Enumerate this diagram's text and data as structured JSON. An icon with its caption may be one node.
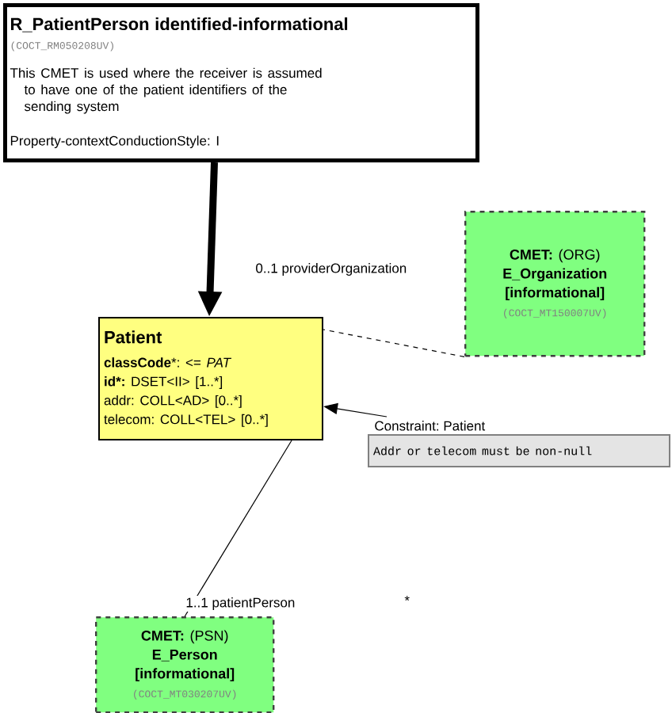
{
  "diagram": {
    "nodes": [
      {
        "text": [
          "R_PatientPerson identified-informational",
          "(COCT_RM050208UV)",
          "This CMET is used where the receiver is assumed to have one of the patient identifiers of the sending system",
          "Property-contextConductionStyle: I"
        ]
      },
      {
        "text": [
          "**CMET:** (ORG)",
          "E_Organization",
          "[informational]",
          "(COCT_MT150007UV)"
        ]
      },
      {
        "text": [
          "Patient",
          "**classCode***: <= *PAT*",
          "**id*:** DSET<II> [1..*]",
          "addr: COLL<AD> [0..*]",
          "telecom: COLL<TEL> [0..*]"
        ]
      },
      {
        "text": [
          "Constraint: Patient",
          "Addr or telecom must be non-null"
        ]
      },
      {
        "text": [
          "**CMET:** (PSN)",
          "E_Person",
          "[informational]",
          "(COCT_MT030207UV)"
        ]
      }
    ],
    "edges": [
      {
        "from": 0,
        "to": 2,
        "arrow": "to",
        "style": "thick"
      },
      {
        "from": 1,
        "to": 2,
        "arrow": "none",
        "style": "dashed",
        "label": "0..1 providerOrganization"
      },
      {
        "from": 3,
        "to": 2,
        "arrow": "to"
      },
      {
        "from": 2,
        "to": 4,
        "arrow": "none",
        "label": "1..1 patientPerson"
      }
    ],
    "labels": [
      "*"
    ]
  }
}
